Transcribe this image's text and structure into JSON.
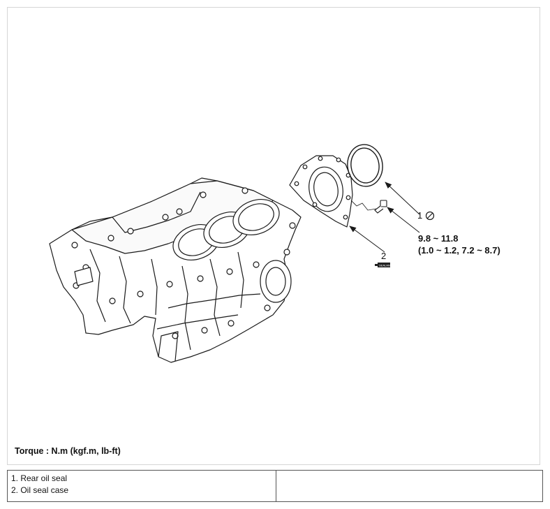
{
  "callouts": {
    "item1": "1",
    "item2": "2",
    "prohibit_icon": "do-not-reuse-icon",
    "sealant_icon": "sealant-icon",
    "sealant_text": "SEALANT"
  },
  "torque_spec": {
    "line1": "9.8 ~ 11.8",
    "line2": "(1.0 ~ 1.2, 7.2 ~ 8.7)"
  },
  "torque_caption": "Torque : N.m (kgf.m, lb-ft)",
  "legend": {
    "items": [
      "1. Rear oil seal",
      "2. Oil seal case"
    ]
  },
  "colors": {
    "line": "#1a1a1a",
    "fill": "#ffffff",
    "border": "#555555"
  }
}
